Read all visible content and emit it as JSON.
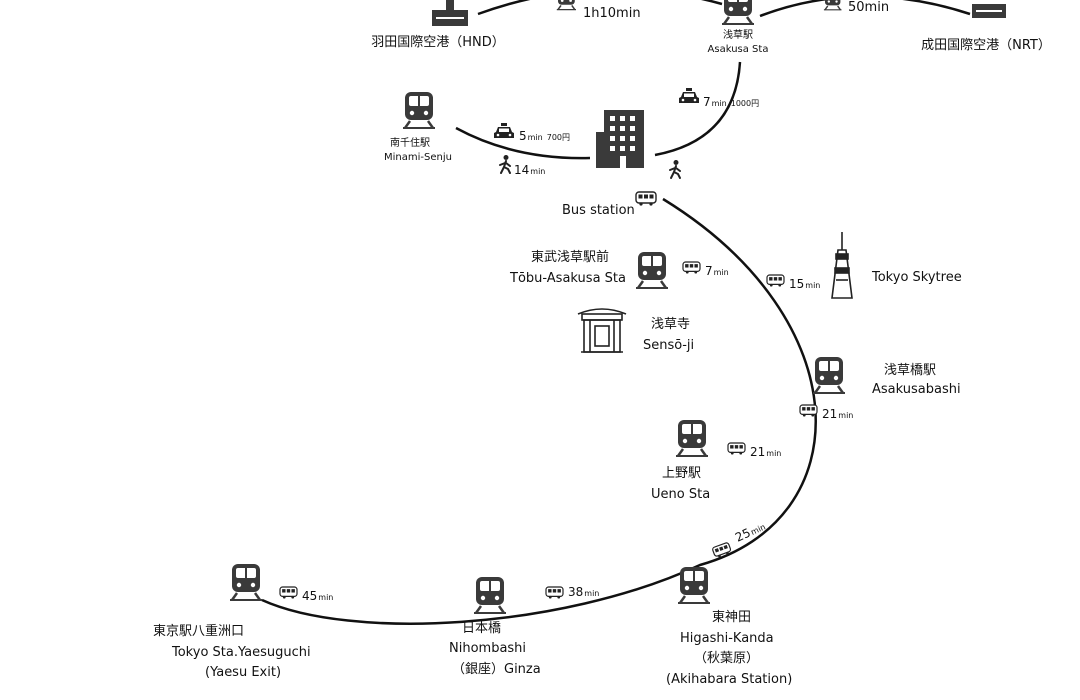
{
  "places": {
    "haneda": {
      "name": "羽田国際空港（HND）"
    },
    "narita": {
      "name": "成田国際空港（NRT）"
    },
    "asakusa": {
      "jp": "浅草駅",
      "en": "Asakusa Sta"
    },
    "minami_senju": {
      "jp": "南千住駅",
      "en": "Minami-Senju"
    },
    "bus_station": {
      "en": "Bus station"
    },
    "tobu_asakusa": {
      "jp": "東武浅草駅前",
      "en": "Tōbu-Asakusa Sta"
    },
    "sensoji": {
      "jp": "浅草寺",
      "en": "Sensō-ji"
    },
    "skytree": {
      "en": "Tokyo Skytree"
    },
    "asakusabashi": {
      "jp": "浅草橋駅",
      "en": "Asakusabashi"
    },
    "ueno": {
      "jp": "上野駅",
      "en": "Ueno Sta"
    },
    "higashi_kanda": {
      "jp": "東神田",
      "en": "Higashi-Kanda",
      "jp2": "（秋葉原）",
      "en2": "(Akihabara Station)"
    },
    "nihombashi": {
      "jp": "日本橋",
      "en": "Nihombashi",
      "jp2": "（銀座）Ginza"
    },
    "tokyo_yaesu": {
      "jp": "東京駅八重洲口",
      "en": "Tokyo Sta.Yaesuguchi",
      "en2": "(Yaesu Exit)"
    }
  },
  "times": {
    "haneda_asakusa": {
      "value": "1h10min"
    },
    "asakusa_narita": {
      "value": "50min"
    },
    "taxi_asakusa": {
      "value": "7",
      "unit": "min",
      "cost": "1000円"
    },
    "taxi_minami": {
      "value": "5",
      "unit": "min",
      "cost": "700円"
    },
    "walk_minami": {
      "value": "14",
      "unit": "min"
    },
    "bus_tobu": {
      "value": "7",
      "unit": "min"
    },
    "bus_skytree": {
      "value": "15",
      "unit": "min"
    },
    "bus_asakusabashi": {
      "value": "21",
      "unit": "min"
    },
    "bus_ueno": {
      "value": "21",
      "unit": "min"
    },
    "bus_higashikanda": {
      "value": "25",
      "unit": "min"
    },
    "bus_nihombashi": {
      "value": "38",
      "unit": "min"
    },
    "bus_tokyo": {
      "value": "45",
      "unit": "min"
    }
  },
  "icons": {
    "train": "train-icon",
    "bus": "bus-icon",
    "taxi": "taxi-icon",
    "walk": "walking-person-icon",
    "hotel": "hotel-building-icon",
    "temple": "temple-icon",
    "tower": "skytree-tower-icon",
    "airport": "airport-building-icon"
  },
  "colors": {
    "line": "#111111",
    "icon": "#3a3a3a"
  }
}
